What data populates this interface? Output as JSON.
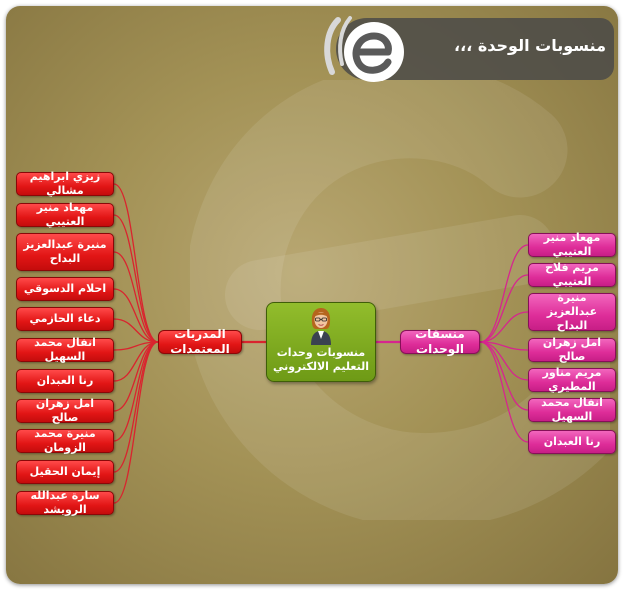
{
  "header": {
    "title": "منسوبات الوحدة ،،،"
  },
  "center": {
    "label": "منسوبات وحدات التعليم الالكتروني"
  },
  "left_branch": {
    "label": "المدربات المعتمدات",
    "items": [
      "زيزي ابراهيم مشالي",
      "مهعاد منير العتيبي",
      "منيرة عبدالعزيز البداح",
      "احلام الدسوقي",
      "دعاء الحازمي",
      "انفال محمد السهيل",
      "رنا العبدان",
      "امل زهران صالح",
      "منيرة محمد الزومان",
      "إيمان الحقيل",
      "سارة عبدالله الرويشد"
    ]
  },
  "right_branch": {
    "label": "منسقات الوحدات",
    "items": [
      "مهعاد منير العتيبي",
      "مريم فلاح العتيبي",
      "منيرة عبدالعزيز البداح",
      "امل زهران صالح",
      "مريم مناور المطيري",
      "انفال محمد السهيل",
      "رنا العبدان"
    ]
  },
  "colors": {
    "background": "#a39256",
    "left_nodes": "#e21616",
    "right_nodes": "#de2d99",
    "center_node": "#7ea61e",
    "header_bar": "#484848"
  },
  "icons": {
    "logo": "e-logo-icon",
    "center": "woman-avatar-icon"
  }
}
